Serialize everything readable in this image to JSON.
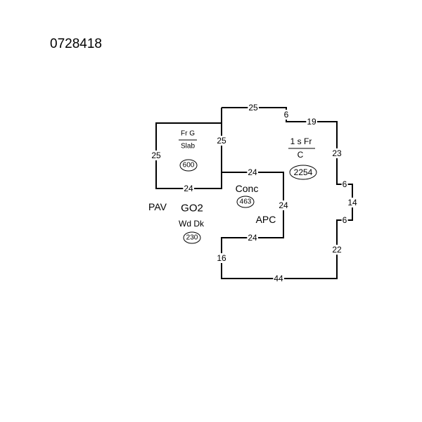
{
  "sketch_id": "0728418",
  "dimensions": [
    "25",
    "6",
    "19",
    "23",
    "6",
    "14",
    "6",
    "22",
    "44",
    "16",
    "24",
    "24",
    "24",
    "25",
    "25",
    "24"
  ],
  "areas": {
    "garage": {
      "top": "Fr G",
      "bottom": "Slab",
      "sqft": "600"
    },
    "house": {
      "top": "1 s Fr",
      "bottom": "C",
      "sqft": "2254"
    },
    "conc": {
      "label": "Conc",
      "sqft": "463"
    },
    "deck": {
      "code": "GO2",
      "label": "Wd Dk",
      "sqft": "230"
    },
    "pav": "PAV",
    "apc": "APC"
  }
}
